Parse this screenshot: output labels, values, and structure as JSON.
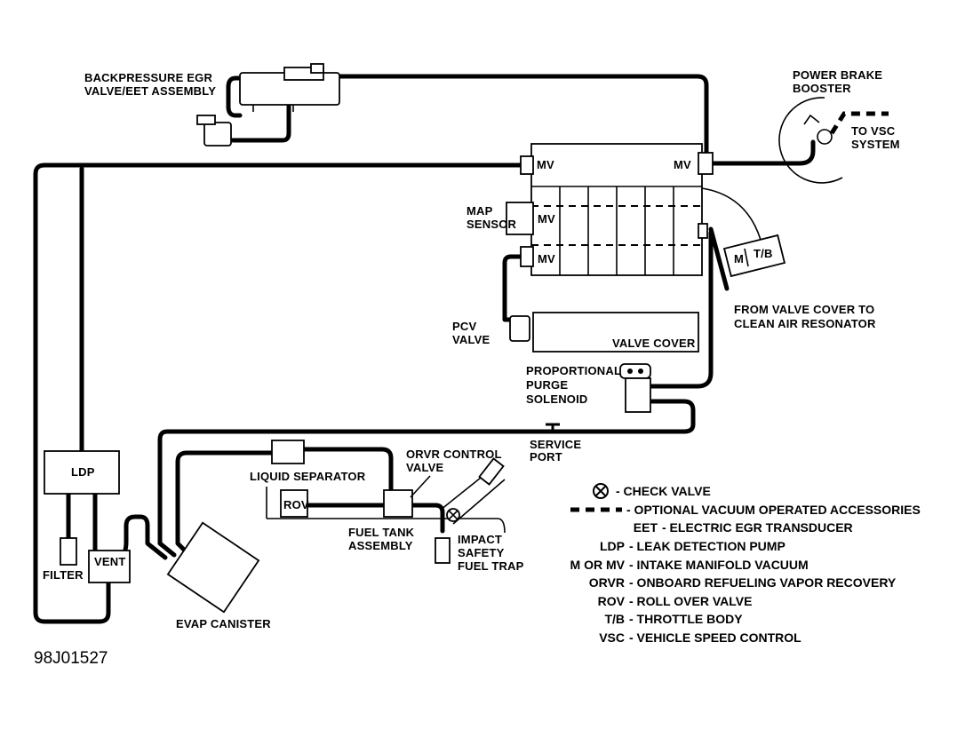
{
  "diagram_code": "98J01527",
  "components": {
    "egr_valve": "BACKPRESSURE EGR\nVALVE/EET ASSEMBLY",
    "brake_booster": "POWER BRAKE\nBOOSTER",
    "to_vsc": "TO VSC\nSYSTEM",
    "map_sensor": "MAP\nSENSOR",
    "pcv_valve": "PCV\nVALVE",
    "valve_cover": "VALVE COVER",
    "throttle_body_m": "M",
    "throttle_body": "T/B",
    "valve_cover_to_resonator": "FROM VALVE COVER TO\nCLEAN AIR RESONATOR",
    "purge_solenoid": "PROPORTIONAL\nPURGE\nSOLENOID",
    "service_port": "SERVICE\nPORT",
    "ldp": "LDP",
    "filter": "FILTER",
    "vent": "VENT",
    "liquid_separator": "LIQUID SEPARATOR",
    "orvr_valve": "ORVR CONTROL\nVALVE",
    "rov": "ROV",
    "fuel_tank": "FUEL TANK\nASSEMBLY",
    "impact_trap": "IMPACT\nSAFETY\nFUEL TRAP",
    "evap_canister": "EVAP  CANISTER"
  },
  "manifold_ports": [
    "MV",
    "MV",
    "MV",
    "MV"
  ],
  "legend": [
    {
      "symbol": "check-valve",
      "text": "- CHECK VALVE"
    },
    {
      "symbol": "dashed-line",
      "text": "- OPTIONAL VACUUM OPERATED ACCESSORIES"
    },
    {
      "abbr": "EET",
      "text": "- ELECTRIC EGR TRANSDUCER"
    },
    {
      "abbr": "LDP",
      "text": "- LEAK DETECTION PUMP"
    },
    {
      "abbr": "M OR MV",
      "text": "- INTAKE MANIFOLD VACUUM"
    },
    {
      "abbr": "ORVR",
      "text": "- ONBOARD REFUELING VAPOR RECOVERY"
    },
    {
      "abbr": "ROV",
      "text": "- ROLL OVER VALVE"
    },
    {
      "abbr": "T/B",
      "text": "- THROTTLE BODY"
    },
    {
      "abbr": "VSC",
      "text": "- VEHICLE SPEED CONTROL"
    }
  ]
}
